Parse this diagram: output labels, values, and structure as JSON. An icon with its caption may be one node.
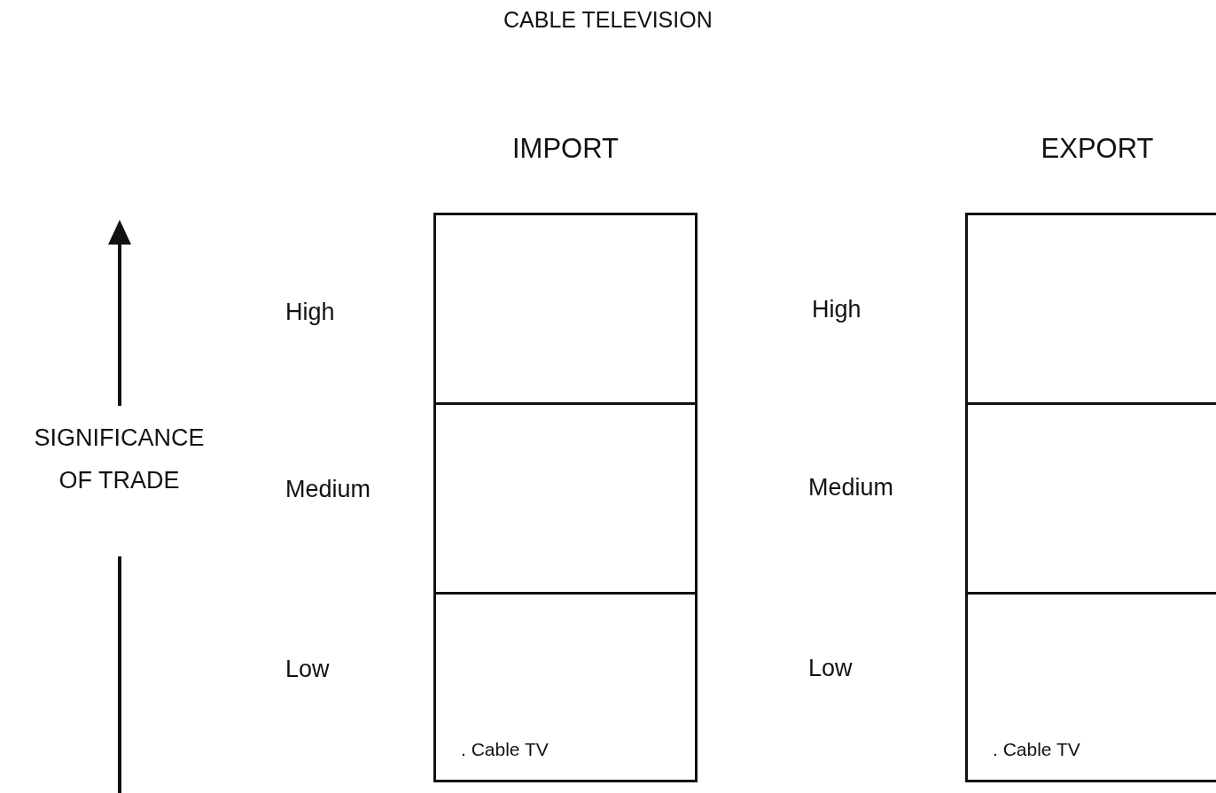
{
  "diagram": {
    "title": "CABLE TELEVISION",
    "nodes": [
      {
        "text": [
          "IMPORT"
        ]
      },
      {
        "text": [],
        "shape": "box",
        "in": 0
      },
      {
        "text": [],
        "shape": "box",
        "in": 0
      },
      {
        "text": [
          ". Cable TV"
        ],
        "in": 0
      },
      {
        "text": [
          "EXPORT"
        ]
      },
      {
        "text": [],
        "shape": "box",
        "in": 4
      },
      {
        "text": [],
        "shape": "box",
        "in": 4
      },
      {
        "text": [
          ". Cable TV"
        ],
        "in": 4
      }
    ],
    "labels": [
      "SIGNIFICANCE OF TRADE",
      "High",
      "Medium",
      "Low",
      "High",
      "Medium",
      "Low"
    ]
  }
}
